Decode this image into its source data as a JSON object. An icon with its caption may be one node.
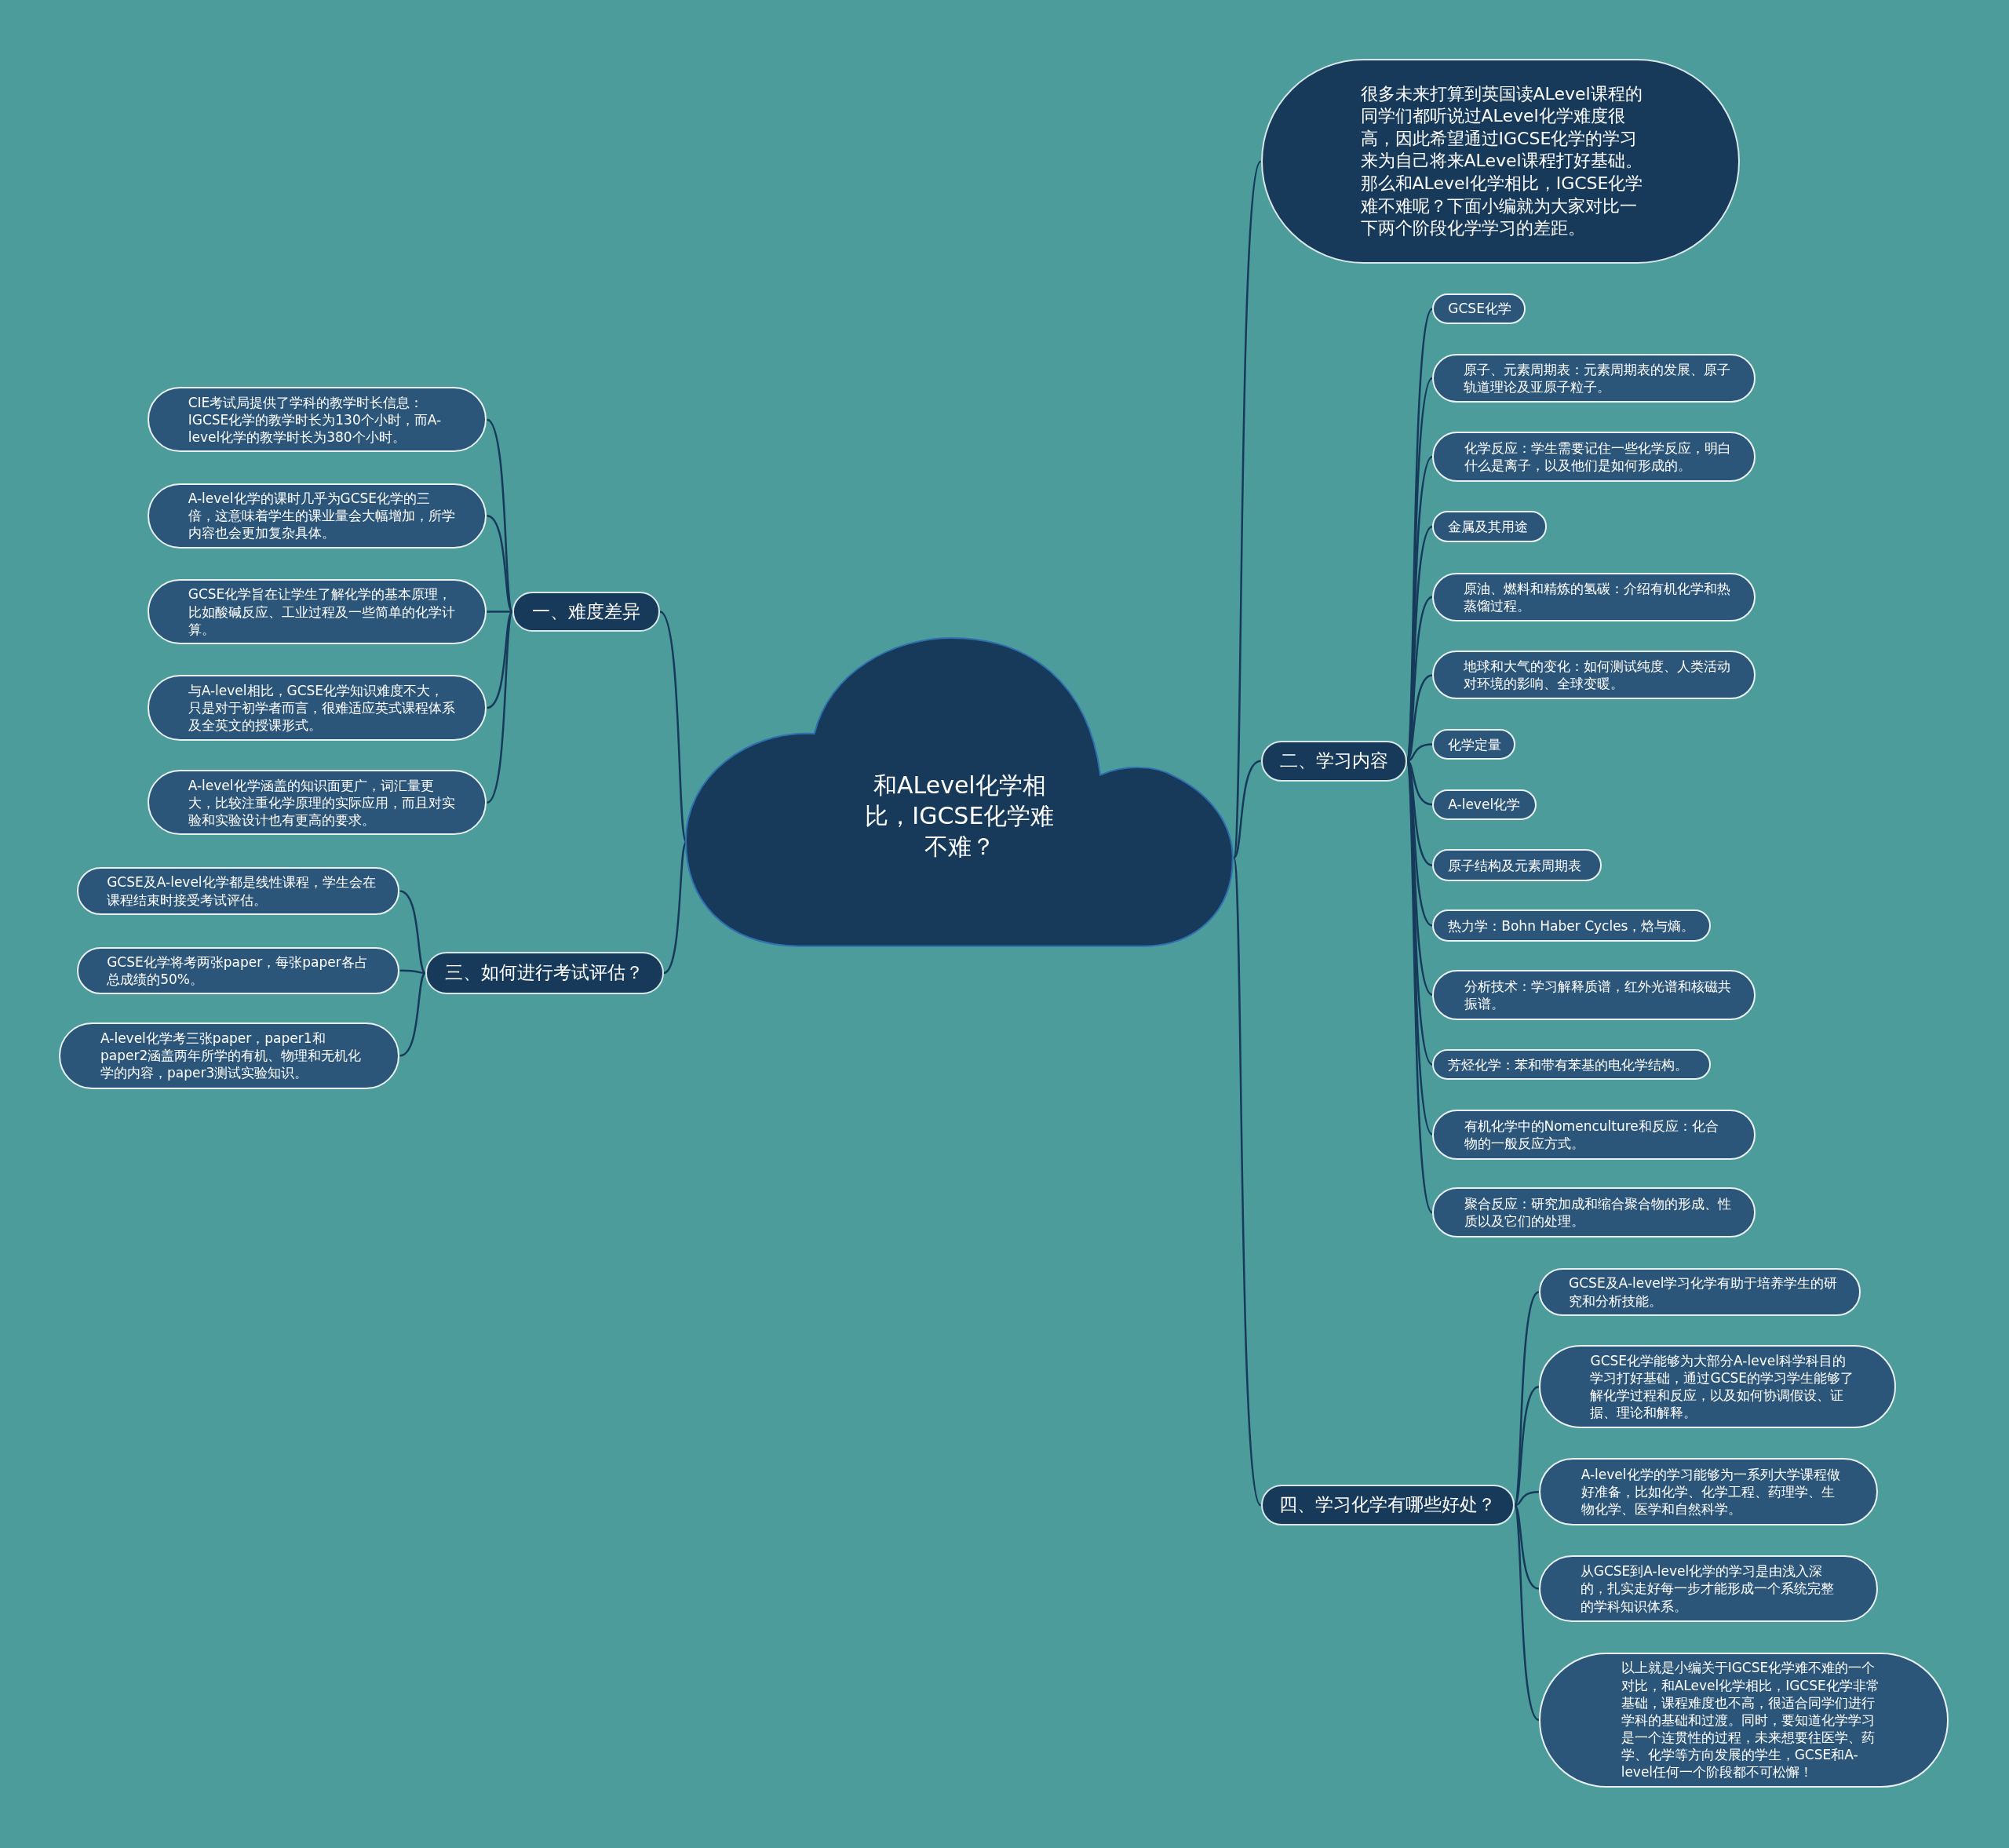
{
  "diagram": {
    "nodes": [
      {
        "text": [
          "和ALevel化学相比，IGCSE化学难不难？"
        ]
      },
      {
        "text": [
          "很多未来打算到英国读ALevel课程的同学们都听说过ALevel化学难度很高，因此希望通过IGCSE化学的学习来为自己将来ALevel课程打好基础。那么和ALevel化学相比，IGCSE化学难不难呢？下面小编就为大家对比一下两个阶段化学学习的差距。"
        ]
      },
      {
        "text": [
          "二、学习内容"
        ]
      },
      {
        "text": [
          "GCSE化学"
        ]
      },
      {
        "text": [
          "原子、元素周期表：元素周期表的发展、原子轨道理论及亚原子粒子。"
        ]
      },
      {
        "text": [
          "化学反应：学生需要记住一些化学反应，明白什么是离子，以及他们是如何形成的。"
        ]
      },
      {
        "text": [
          "金属及其用途"
        ]
      },
      {
        "text": [
          "原油、燃料和精炼的氢碳：介绍有机化学和热蒸馏过程。"
        ]
      },
      {
        "text": [
          "地球和大气的变化：如何测试纯度、人类活动对环境的影响、全球变暖。"
        ]
      },
      {
        "text": [
          "化学定量"
        ]
      },
      {
        "text": [
          "A-level化学"
        ]
      },
      {
        "text": [
          "原子结构及元素周期表"
        ]
      },
      {
        "text": [
          "热力学：Bohn Haber Cycles，焓与熵。"
        ]
      },
      {
        "text": [
          "分析技术：学习解释质谱，红外光谱和核磁共振谱。"
        ]
      },
      {
        "text": [
          "芳烃化学：苯和带有苯基的电化学结构。"
        ]
      },
      {
        "text": [
          "有机化学中的Nomenculture和反应：化合物的一般反应方式。"
        ]
      },
      {
        "text": [
          "聚合反应：研究加成和缩合聚合物的形成、性质以及它们的处理。"
        ]
      },
      {
        "text": [
          "一、难度差异"
        ]
      },
      {
        "text": [
          "CIE考试局提供了学科的教学时长信息：IGCSE化学的教学时长为130个小时，而A-level化学的教学时长为380个小时。"
        ]
      },
      {
        "text": [
          "A-level化学的课时几乎为GCSE化学的三倍，这意味着学生的课业量会大幅增加，所学内容也会更加复杂具体。"
        ]
      },
      {
        "text": [
          "GCSE化学旨在让学生了解化学的基本原理，比如酸碱反应、工业过程及一些简单的化学计算。"
        ]
      },
      {
        "text": [
          "与A-level相比，GCSE化学知识难度不大，只是对于初学者而言，很难适应英式课程体系及全英文的授课形式。"
        ]
      },
      {
        "text": [
          "A-level化学涵盖的知识面更广，词汇量更大，比较注重化学原理的实际应用，而且对实验和实验设计也有更高的要求。"
        ]
      },
      {
        "text": [
          "三、如何进行考试评估？"
        ]
      },
      {
        "text": [
          "GCSE及A-level化学都是线性课程，学生会在课程结束时接受考试评估。"
        ]
      },
      {
        "text": [
          "GCSE化学将考两张paper，每张paper各占总成绩的50%。"
        ]
      },
      {
        "text": [
          "A-level化学考三张paper，paper1和paper2涵盖两年所学的有机、物理和无机化学的内容，paper3测试实验知识。"
        ]
      },
      {
        "text": [
          "四、学习化学有哪些好处？"
        ]
      },
      {
        "text": [
          "GCSE及A-level学习化学有助于培养学生的研究和分析技能。"
        ]
      },
      {
        "text": [
          "GCSE化学能够为大部分A-level科学科目的学习打好基础，通过GCSE的学习学生能够了解化学过程和反应，以及如何协调假设、证据、理论和解释。"
        ]
      },
      {
        "text": [
          "A-level化学的学习能够为一系列大学课程做好准备，比如化学、化学工程、药理学、生物化学、医学和自然科学。"
        ]
      },
      {
        "text": [
          "从GCSE到A-level化学的学习是由浅入深的，扎实走好每一步才能形成一个系统完整的学科知识体系。"
        ]
      },
      {
        "text": [
          "以上就是小编关于IGCSE化学难不难的一个对比，和ALevel化学相比，IGCSE化学非常基础，课程难度也不高，很适合同学们进行学科的基础和过渡。同时，要知道化学学习是一个连贯性的过程，未来想要往医学、药学、化学等方向发展的学生，GCSE和A-level任何一个阶段都不可松懈！"
        ]
      }
    ],
    "edges": [
      {
        "from": 0,
        "to": 1,
        "arrow": "none"
      },
      {
        "from": 0,
        "to": 2,
        "arrow": "none"
      },
      {
        "from": 2,
        "to": 3,
        "arrow": "none"
      },
      {
        "from": 2,
        "to": 4,
        "arrow": "none"
      },
      {
        "from": 2,
        "to": 5,
        "arrow": "none"
      },
      {
        "from": 2,
        "to": 6,
        "arrow": "none"
      },
      {
        "from": 2,
        "to": 7,
        "arrow": "none"
      },
      {
        "from": 2,
        "to": 8,
        "arrow": "none"
      },
      {
        "from": 2,
        "to": 9,
        "arrow": "none"
      },
      {
        "from": 2,
        "to": 10,
        "arrow": "none"
      },
      {
        "from": 2,
        "to": 11,
        "arrow": "none"
      },
      {
        "from": 2,
        "to": 12,
        "arrow": "none"
      },
      {
        "from": 2,
        "to": 13,
        "arrow": "none"
      },
      {
        "from": 2,
        "to": 14,
        "arrow": "none"
      },
      {
        "from": 2,
        "to": 15,
        "arrow": "none"
      },
      {
        "from": 2,
        "to": 16,
        "arrow": "none"
      },
      {
        "from": 0,
        "to": 17,
        "arrow": "none"
      },
      {
        "from": 17,
        "to": 18,
        "arrow": "none"
      },
      {
        "from": 17,
        "to": 19,
        "arrow": "none"
      },
      {
        "from": 17,
        "to": 20,
        "arrow": "none"
      },
      {
        "from": 17,
        "to": 21,
        "arrow": "none"
      },
      {
        "from": 17,
        "to": 22,
        "arrow": "none"
      },
      {
        "from": 0,
        "to": 23,
        "arrow": "none"
      },
      {
        "from": 23,
        "to": 24,
        "arrow": "none"
      },
      {
        "from": 23,
        "to": 25,
        "arrow": "none"
      },
      {
        "from": 23,
        "to": 26,
        "arrow": "none"
      },
      {
        "from": 0,
        "to": 27,
        "arrow": "none"
      },
      {
        "from": 27,
        "to": 28,
        "arrow": "none"
      },
      {
        "from": 27,
        "to": 29,
        "arrow": "none"
      },
      {
        "from": 27,
        "to": 30,
        "arrow": "none"
      },
      {
        "from": 27,
        "to": 31,
        "arrow": "none"
      },
      {
        "from": 27,
        "to": 32,
        "arrow": "none"
      }
    ]
  }
}
